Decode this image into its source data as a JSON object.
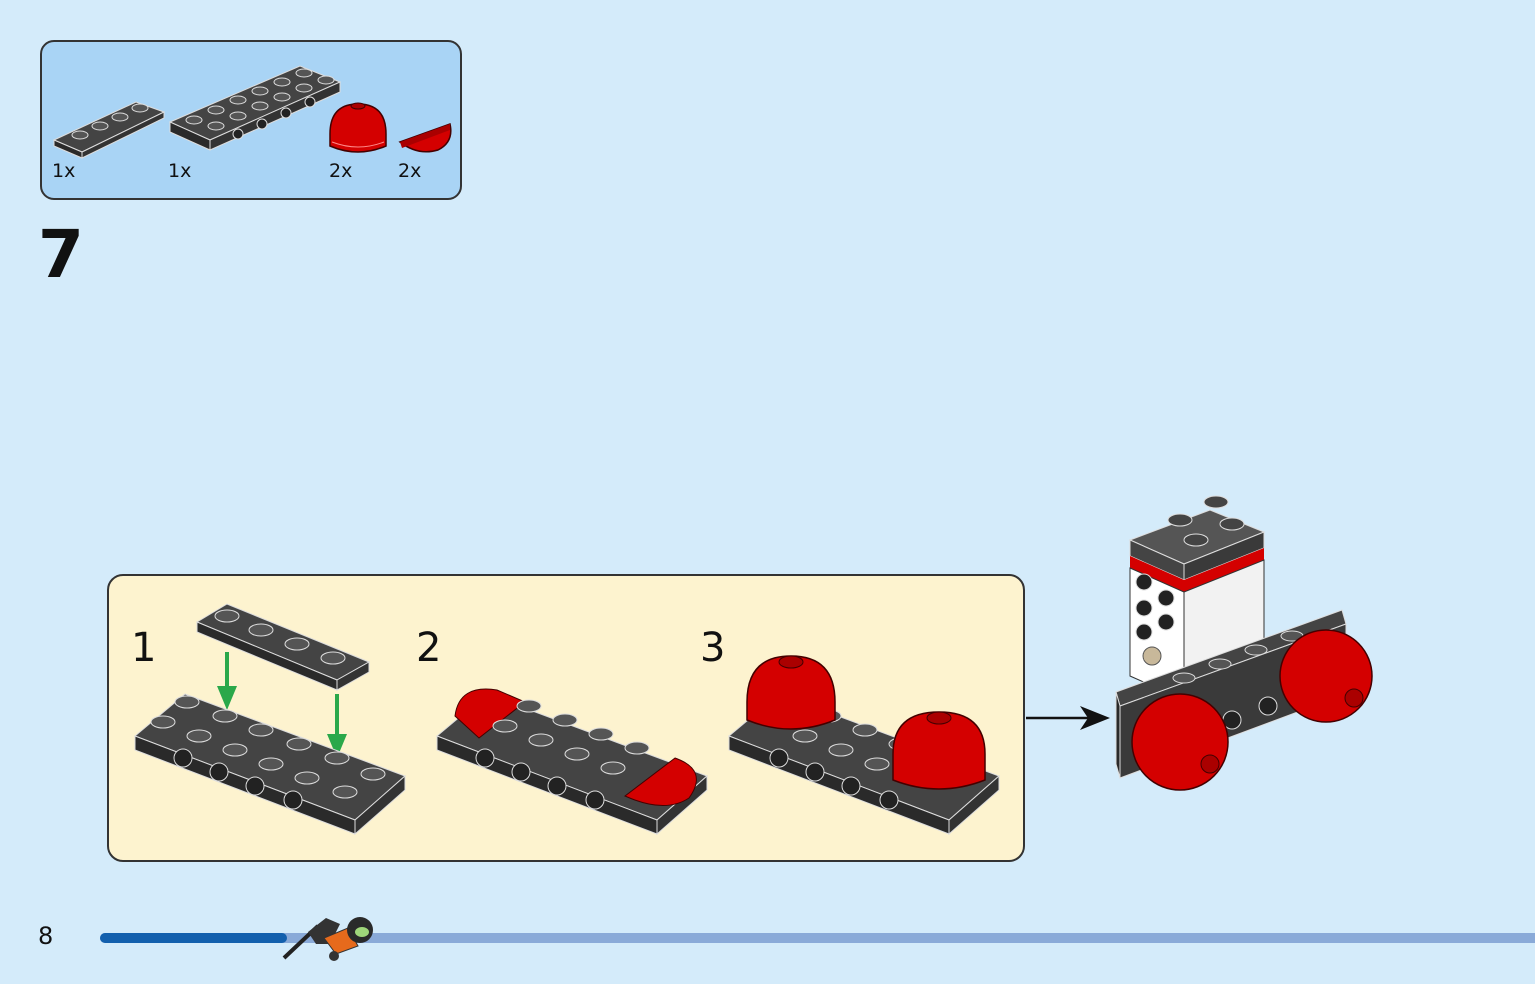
{
  "parts": {
    "items": [
      {
        "qty": "1x",
        "icon": "dark-gray-plate-1x4-icon"
      },
      {
        "qty": "1x",
        "icon": "dark-gray-plate-2x6-with-axle-holes-icon"
      },
      {
        "qty": "2x",
        "icon": "red-round-dome-icon"
      },
      {
        "qty": "2x",
        "icon": "red-half-round-tile-icon"
      }
    ]
  },
  "step": {
    "number": "7"
  },
  "substeps": [
    {
      "number": "1"
    },
    {
      "number": "2"
    },
    {
      "number": "3"
    }
  ],
  "footer": {
    "page_number": "8",
    "progress": 0.13
  },
  "colors": {
    "background": "#d4ebfa",
    "parts_box": "#a9d4f5",
    "substep_box": "#fdf3cf",
    "brick_dark_gray": "#3a3a3a",
    "brick_red": "#d40000",
    "arrow_green": "#2aa84a",
    "progress_fill": "#1360ad",
    "progress_track": "#8aaad8"
  }
}
